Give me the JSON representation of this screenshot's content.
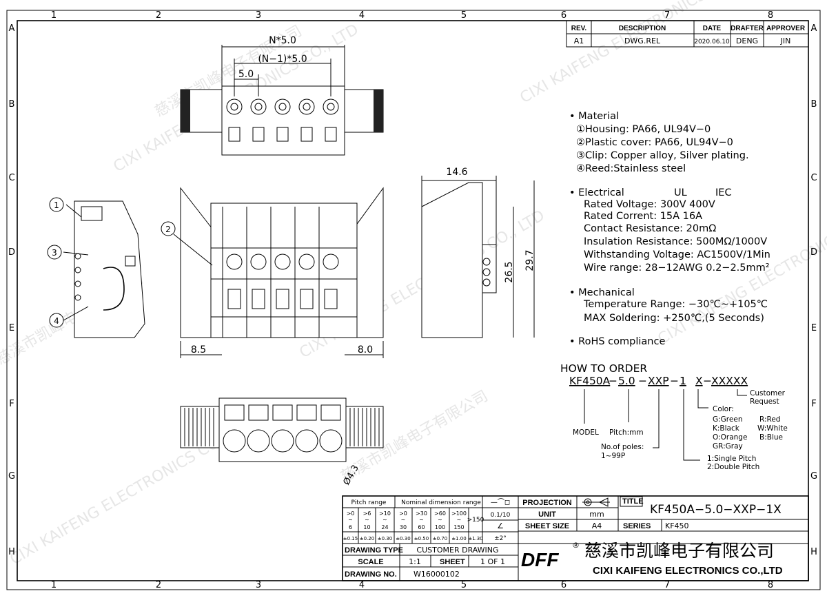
{
  "frame": {
    "columns": [
      "1",
      "2",
      "3",
      "4",
      "5",
      "6",
      "7",
      "8"
    ],
    "rows": [
      "A",
      "B",
      "C",
      "D",
      "E",
      "F",
      "G",
      "H"
    ]
  },
  "revision": {
    "headers": [
      "REV.",
      "DESCRIPTION",
      "DATE",
      "DRAFTER",
      "APPROVER"
    ],
    "row": [
      "A1",
      "DWG.REL",
      "2020.06.10",
      "DENG",
      "JIN"
    ]
  },
  "dimensions": {
    "n_pitch": "N*5.0",
    "n1_pitch": "(N−1)*5.0",
    "pitch": "5.0",
    "width_side": "14.6",
    "height_a": "26.5",
    "height_b": "29.7",
    "left_offset": "8.5",
    "right_offset": "8.0",
    "hole_dia": "Ø4.3"
  },
  "callouts": [
    "①",
    "②",
    "③",
    "④"
  ],
  "callout_numbers": [
    "1",
    "2",
    "3",
    "4"
  ],
  "specs": {
    "material_title": "Material",
    "material": [
      "①Housing:  PA66,  UL94V−0",
      "②Plastic  cover:  PA66,  UL94V−0",
      "③Clip:  Copper  alloy,  Silver  plating.",
      "④Reed:Stainless  steel"
    ],
    "electrical_title": "Electrical",
    "electrical_ul": "UL",
    "electrical_iec": "IEC",
    "electrical": [
      "Rated  Voltage:  300V    400V",
      "Rated  Corrent:  15A      16A",
      "Contact  Resistance:  20mΩ",
      "Insulation  Resistance:  500MΩ/1000V",
      "Withstanding  Voltage:  AC1500V/1Min",
      "Wire  range:  28−12AWG    0.2−2.5mm²"
    ],
    "mechanical_title": "Mechanical",
    "mechanical": [
      "Temperature  Range:  −30℃~+105℃",
      "MAX  Soldering:  +250℃,(5  Seconds)"
    ],
    "rohs": "RoHS  compliance"
  },
  "order": {
    "title": "HOW  TO  ORDER",
    "parts": [
      "KF450A",
      "5.0",
      "XXP",
      "1",
      "X",
      "XXXXX"
    ],
    "dash": "−",
    "model": "MODEL",
    "pitch": "Pitch:mm",
    "poles": [
      "No.of  poles:",
      "1~99P"
    ],
    "pitch_type": [
      "1:Single  Pitch",
      "2:Double  Pitch"
    ],
    "color_title": "Color:",
    "colors": [
      "G:Green",
      "R:Red",
      "K:Black",
      "W:White",
      "O:Orange",
      "B:Blue",
      "GR:Gray"
    ],
    "customer": [
      "Customer",
      "Request"
    ]
  },
  "tolerance": {
    "pitch_range": "Pitch range",
    "nominal_range": "Nominal dimension range",
    "symbols": "—⌒◻",
    "ranges_top": [
      ">0",
      ">6",
      ">10",
      ">0",
      ">30",
      ">60",
      ">100"
    ],
    "ranges_bottom": [
      "6",
      "10",
      "24",
      "30",
      "60",
      "100",
      "150"
    ],
    "over": ">150",
    "angle_tol_a": "0.1/10",
    "angle_sym": "∠",
    "values": [
      "±0.15",
      "±0.20",
      "±0.30",
      "±0.30",
      "±0.50",
      "±0.70",
      "±1.00",
      "±1.30"
    ],
    "angle": "±2°"
  },
  "title_block": {
    "projection_label": "PROJECTION",
    "unit_label": "UNIT",
    "unit": "mm",
    "sheet_size_label": "SHEET  SIZE",
    "sheet_size": "A4",
    "title_label": "TITLE",
    "title": "KF450A−5.0−XXP−1X",
    "series_label": "SERIES",
    "series": "KF450",
    "drawing_type_label": "DRAWING  TYPE",
    "drawing_type": "CUSTOMER  DRAWING",
    "scale_label": "SCALE",
    "scale": "1:1",
    "sheet_label": "SHEET",
    "sheet": "1  OF  1",
    "drawing_no_label": "DRAWING  NO.",
    "drawing_no": "W16000102",
    "company_cn": "慈溪市凯峰电子有限公司",
    "company_en": "CIXI KAIFENG ELECTRONICS CO.,LTD",
    "logo": "DFF",
    "registered": "®"
  },
  "watermark": [
    "CIXI KAIFENG ELECTRONICS CO., LTD",
    "慈溪市凯峰电子有限公司"
  ]
}
